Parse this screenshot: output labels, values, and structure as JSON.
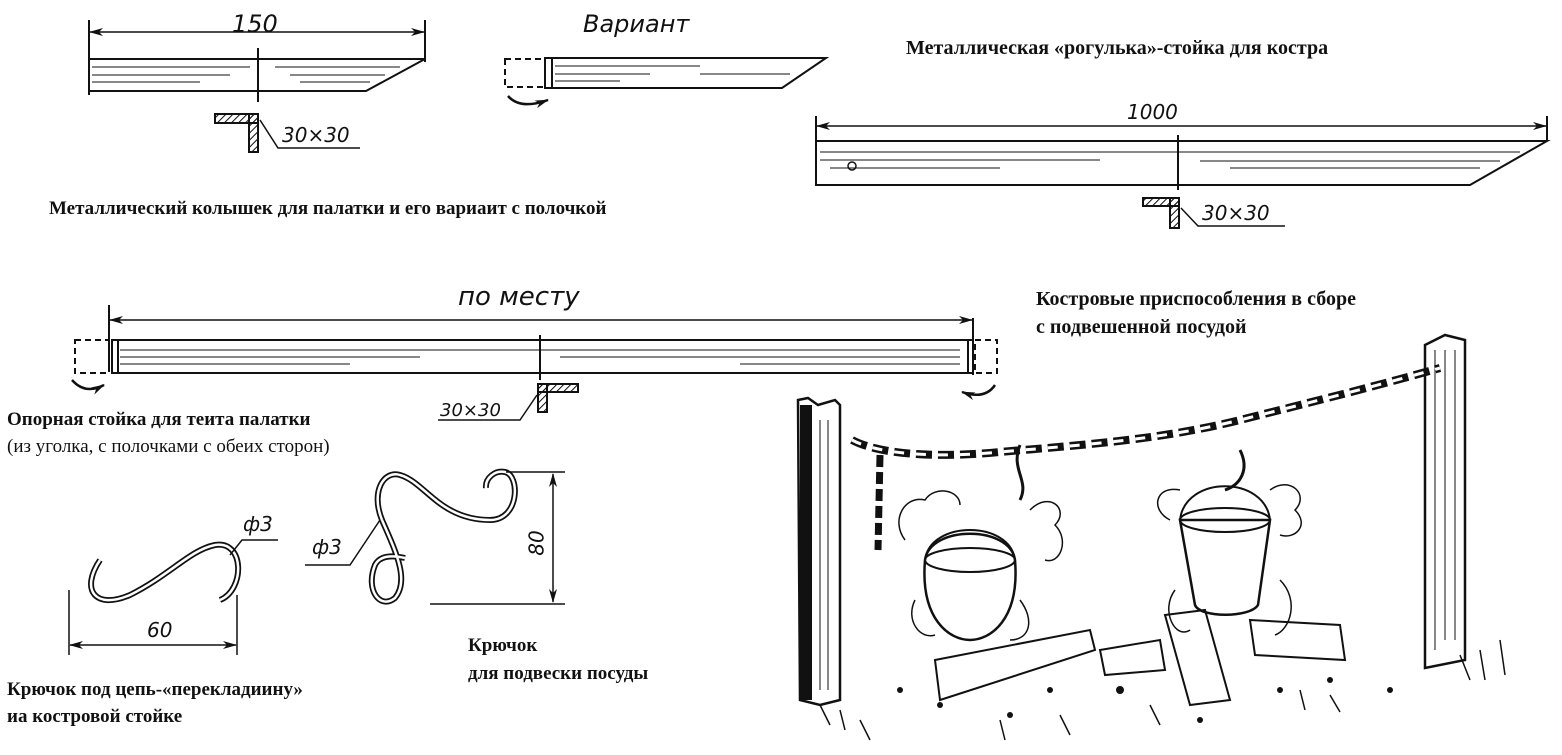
{
  "drawings": {
    "tent_peg": {
      "length_label": "150",
      "profile_label": "30×30",
      "variant_label": "Вариант",
      "caption": "Металлический колышек для палатки и его вариаит с полочкой"
    },
    "fire_stake": {
      "title": "Металлическая «рогулька»-стойка для костра",
      "length_label": "1000",
      "profile_label": "30×30"
    },
    "awning_post": {
      "length_label": "по месту",
      "profile_label": "30×30",
      "caption_line1": "Опорная стойка для теита палатки",
      "caption_line2": "(из уголка, с полочками с обеих сторон)"
    },
    "chain_hook": {
      "diameter_label": "ф3",
      "width_label": "60",
      "caption_line1": "Крючок под цепь-«перекладиину»",
      "caption_line2": "иа костровой стойке"
    },
    "pot_hook": {
      "diameter_label": "ф3",
      "height_label": "80",
      "caption_line1": "Крючок",
      "caption_line2": "для подвески посуды"
    },
    "assembly": {
      "caption_line1": "Костровые приспособления в сборе",
      "caption_line2": "с подвешенной посудой"
    }
  }
}
